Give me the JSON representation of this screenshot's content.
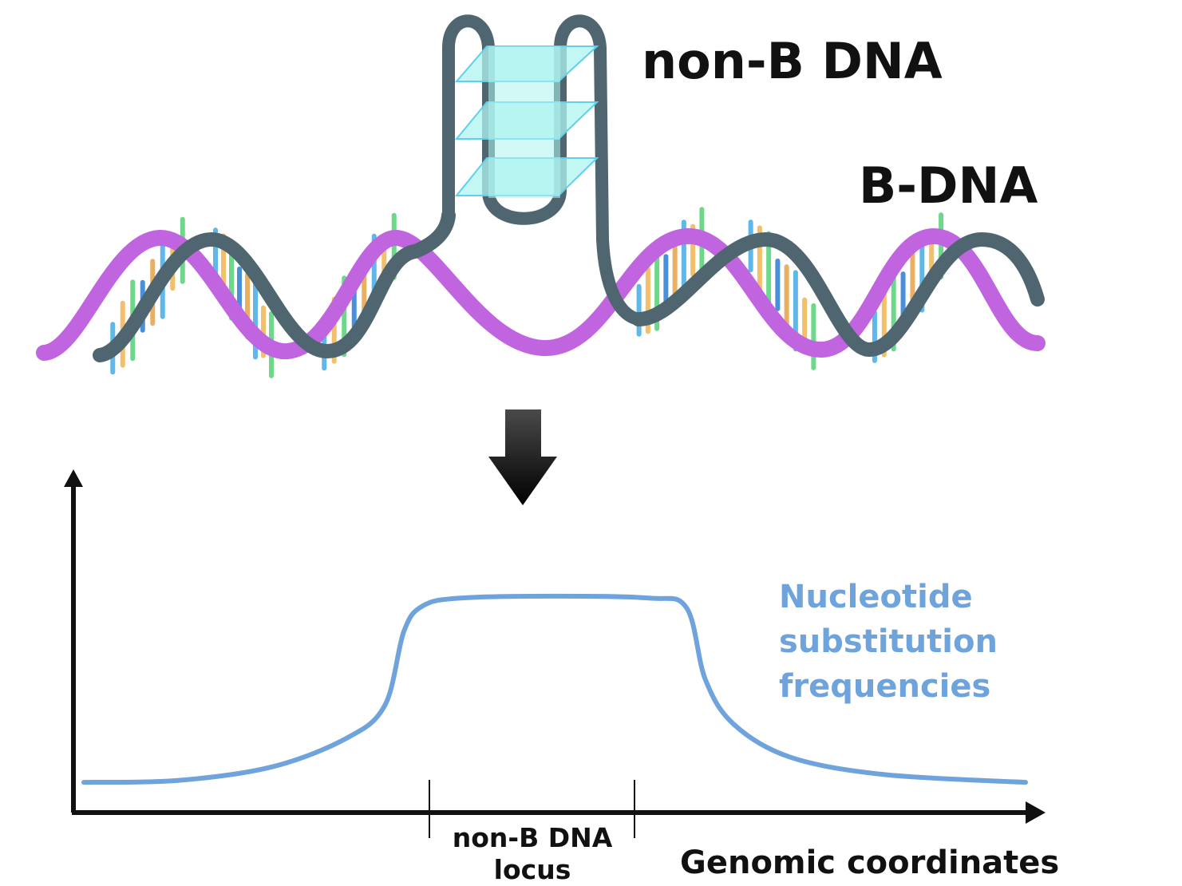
{
  "labels": {
    "non_b_dna": "non-B DNA",
    "b_dna": "B-DNA",
    "curve_label_lines": [
      "Nucleotide",
      "substitution",
      "frequencies"
    ],
    "locus_label_lines": [
      "non-B DNA",
      "locus"
    ],
    "x_axis_label": "Genomic coordinates"
  },
  "colors": {
    "strand_magenta": "#c064e0",
    "strand_dark": "#4f6670",
    "strand_purple": "#4a3a5e",
    "tetrad_fill": "#aef4f0",
    "tetrad_edge": "#5fd0ea",
    "curve": "#6fa3dc",
    "axis": "#111111",
    "base_colors": [
      "#5fb8e8",
      "#f2c06a",
      "#6dd88a",
      "#4a90d9",
      "#e8b060"
    ]
  },
  "icons": {
    "arrow": "down-arrow-icon"
  },
  "chart_data": {
    "type": "line",
    "xlabel": "Genomic coordinates",
    "ylabel": "",
    "series": [
      {
        "name": "Nucleotide substitution frequencies",
        "x": [
          0,
          0.1,
          0.2,
          0.28,
          0.32,
          0.34,
          0.36,
          0.4,
          0.5,
          0.6,
          0.64,
          0.66,
          0.69,
          0.75,
          0.85,
          1.0
        ],
        "y": [
          0.02,
          0.03,
          0.1,
          0.25,
          0.42,
          0.8,
          0.93,
          0.97,
          0.98,
          0.97,
          0.92,
          0.55,
          0.32,
          0.15,
          0.06,
          0.02
        ]
      }
    ],
    "annotations": [
      {
        "label": "non-B DNA locus",
        "x_range": [
          0.37,
          0.58
        ]
      }
    ],
    "grid": false
  }
}
